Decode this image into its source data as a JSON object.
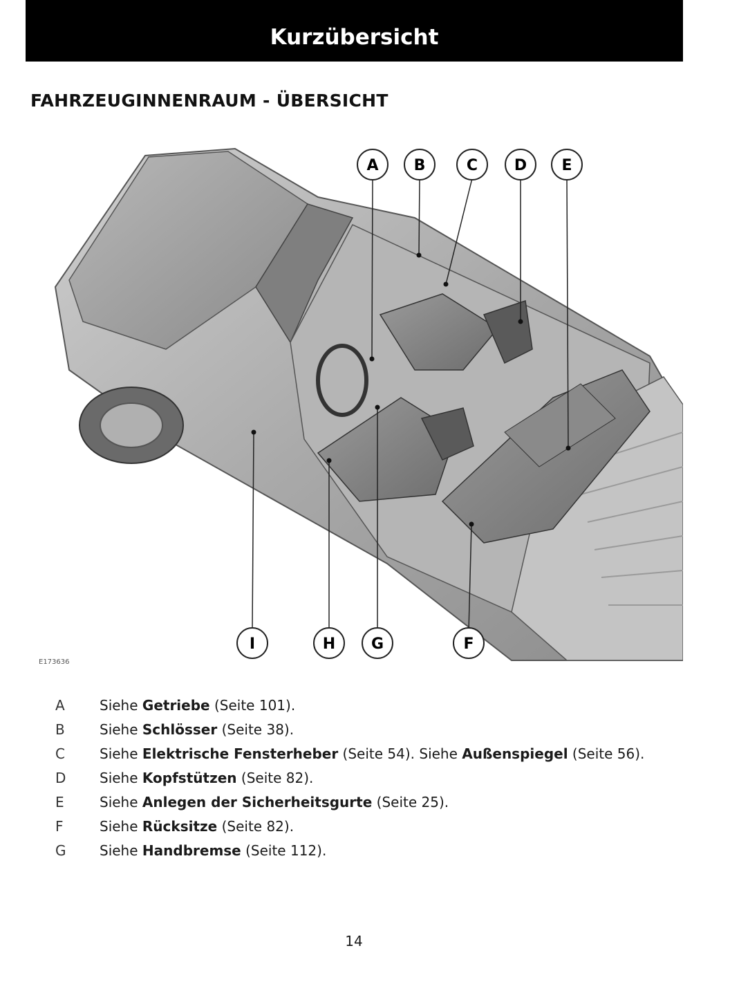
{
  "header": {
    "title": "Kurzübersicht"
  },
  "section": {
    "title": "FAHRZEUGINNENRAUM - ÜBERSICHT"
  },
  "figure": {
    "image_code": "E173636",
    "callouts": [
      "A",
      "B",
      "C",
      "D",
      "E",
      "F",
      "G",
      "H",
      "I"
    ]
  },
  "legend": [
    {
      "key": "A",
      "parts": [
        {
          "prefix": "Siehe ",
          "bold": "Getriebe",
          "suffix": " (Seite 101)."
        }
      ]
    },
    {
      "key": "B",
      "parts": [
        {
          "prefix": "Siehe ",
          "bold": "Schlösser",
          "suffix": " (Seite 38)."
        }
      ]
    },
    {
      "key": "C",
      "parts": [
        {
          "prefix": "Siehe ",
          "bold": "Elektrische Fensterheber",
          "suffix": " (Seite 54). "
        },
        {
          "prefix": " Siehe ",
          "bold": "Außenspiegel",
          "suffix": " (Seite 56)."
        }
      ]
    },
    {
      "key": "D",
      "parts": [
        {
          "prefix": "Siehe ",
          "bold": "Kopfstützen",
          "suffix": " (Seite 82)."
        }
      ]
    },
    {
      "key": "E",
      "parts": [
        {
          "prefix": "Siehe ",
          "bold": "Anlegen der Sicherheitsgurte",
          "suffix": " (Seite 25)."
        }
      ]
    },
    {
      "key": "F",
      "parts": [
        {
          "prefix": "Siehe ",
          "bold": "Rücksitze",
          "suffix": " (Seite 82)."
        }
      ]
    },
    {
      "key": "G",
      "parts": [
        {
          "prefix": "Siehe ",
          "bold": "Handbremse",
          "suffix": " (Seite 112)."
        }
      ]
    }
  ],
  "page": {
    "number": "14"
  }
}
